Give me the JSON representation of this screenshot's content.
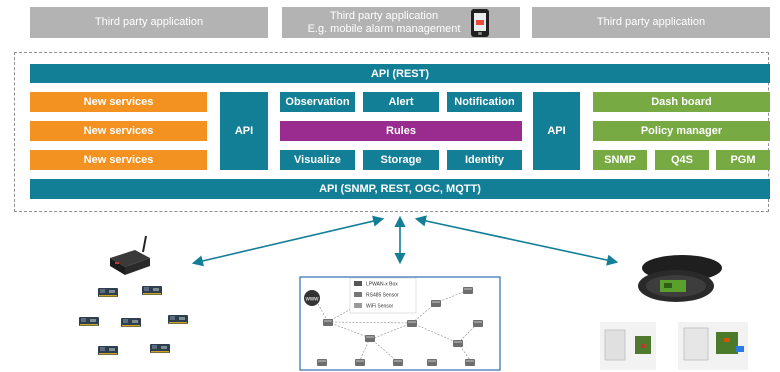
{
  "top_apps": {
    "left": "Third party application",
    "center_line1": "Third party application",
    "center_line2": "E.g. mobile alarm management",
    "right": "Third party application"
  },
  "platform": {
    "api_top": "API (REST)",
    "new_services": [
      "New services",
      "New services",
      "New services"
    ],
    "api_left": "API",
    "api_right": "API",
    "observation": "Observation",
    "alert": "Alert",
    "notification": "Notification",
    "rules": "Rules",
    "visualize": "Visualize",
    "storage": "Storage",
    "identity": "Identity",
    "dashboard": "Dash board",
    "policy_manager": "Policy manager",
    "snmp": "SNMP",
    "q4s": "Q4S",
    "pgm": "PGM",
    "api_bottom": "API (SNMP, REST, OGC, MQTT)"
  },
  "network_diagram": {
    "legend": [
      "LPWAN-x Box",
      "RS485 Sensor",
      "WiFi Sensor"
    ]
  },
  "colors": {
    "teal": "#137f96",
    "orange": "#f39221",
    "green": "#77aa43",
    "purple": "#9a2c8f",
    "gray": "#b3b3b3"
  },
  "icons": [
    "mobile-phone-icon",
    "internet-globe-icon",
    "gateway-router-icon",
    "sensor-board-icon",
    "sensor-enclosure-icon"
  ]
}
